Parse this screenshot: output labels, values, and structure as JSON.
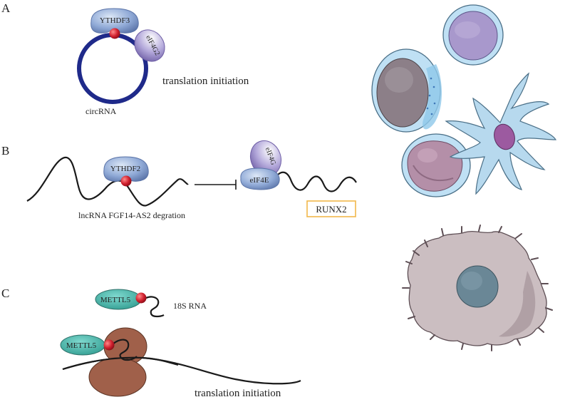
{
  "panel_a": {
    "letter": "A",
    "protein_1": "YTHDF3",
    "protein_2": "eIF4G2",
    "rna_label": "circRNA",
    "outcome": "translation initiation"
  },
  "panel_b": {
    "letter": "B",
    "protein": "YTHDF2",
    "rna_label": "lncRNA FGF14-AS2 degration",
    "factor_1": "eIF4G",
    "factor_2": "eIF4E",
    "target_gene": "RUNX2"
  },
  "panel_c": {
    "letter": "C",
    "enzyme_top": "METTL5",
    "rna_label": "18S RNA",
    "enzyme_bottom": "METTL5",
    "outcome": "translation initiation"
  },
  "colors": {
    "rna_line": "#1a1a1a",
    "circrna": "#1f2a8a",
    "m6a_dot": "#d0202e",
    "ythdf": "#8aa8d6",
    "eif": "#a99bd0",
    "mettl5": "#3fb3a6",
    "ribosome": "#a0604a",
    "runx2_box": "#f2b84b"
  }
}
